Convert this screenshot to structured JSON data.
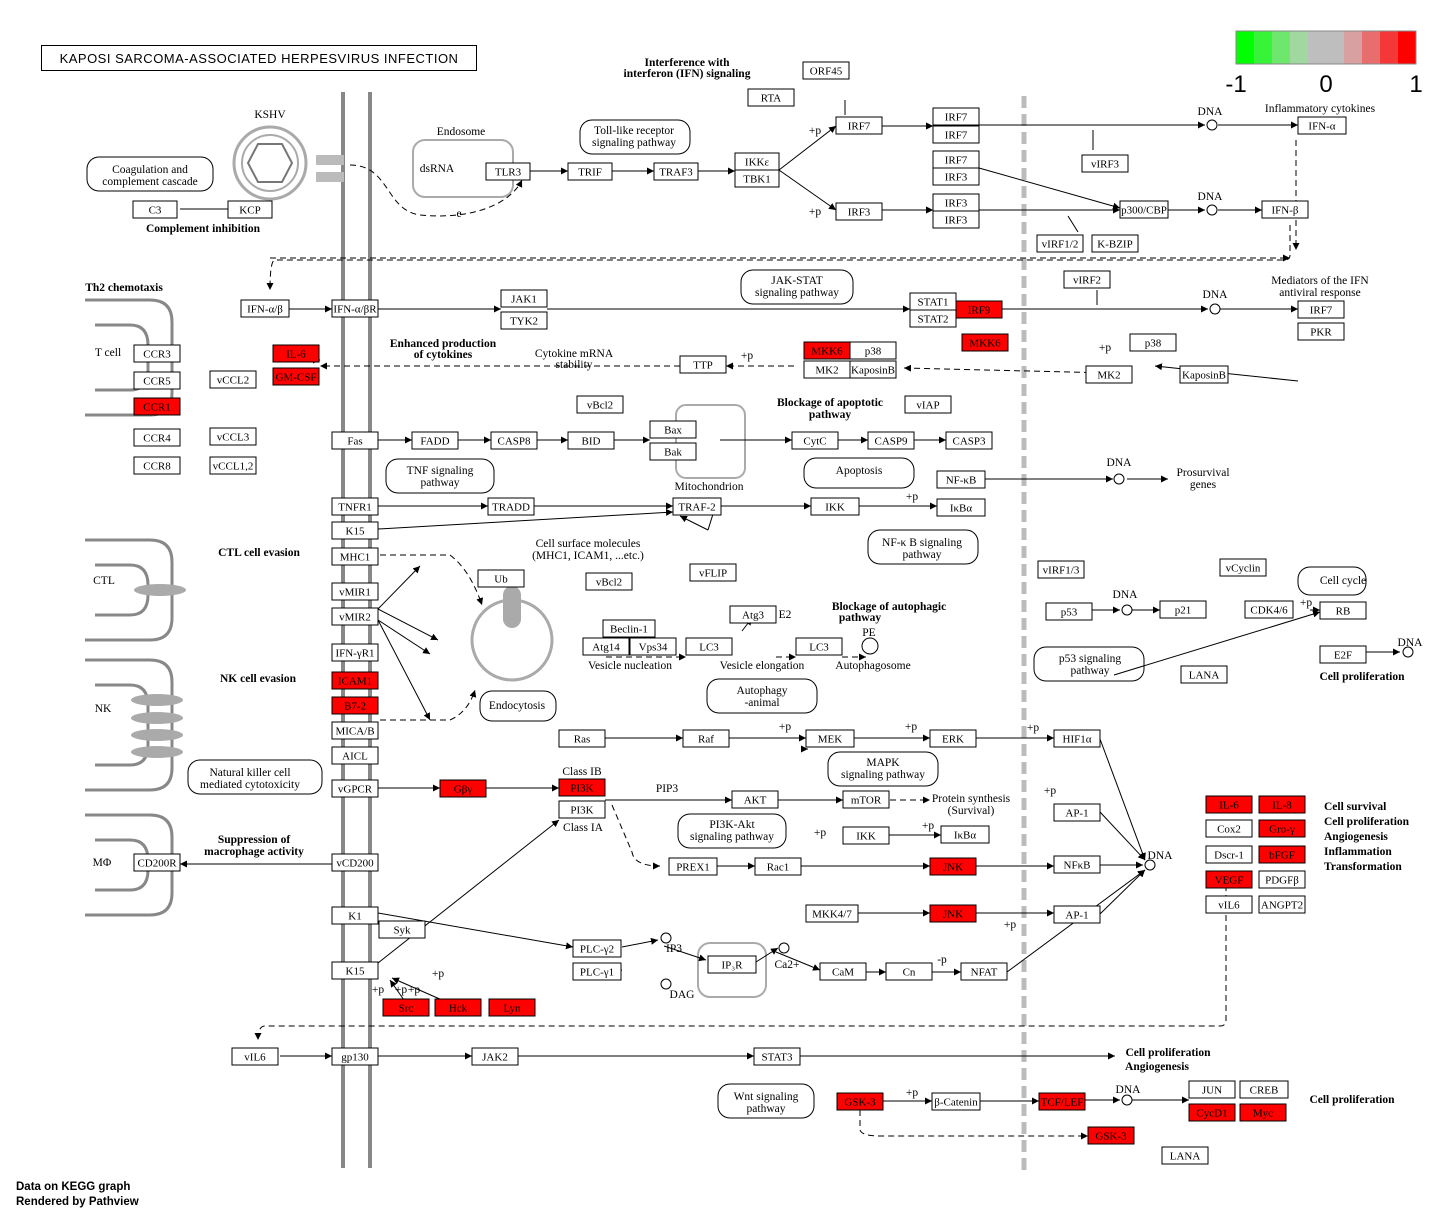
{
  "title": "KAPOSI SARCOMA-ASSOCIATED HERPESVIRUS INFECTION",
  "footer": [
    "Data on KEGG graph",
    "Rendered by Pathview"
  ],
  "colors": {
    "up": "#ff0000",
    "neutral": "#bebebe",
    "down": "#00ff00"
  },
  "legend": {
    "ticks": [
      "-1",
      "0",
      "1"
    ],
    "swatches": [
      "#00ff00",
      "#38f438",
      "#6de86d",
      "#a0d8a0",
      "#bebebe",
      "#bebebe",
      "#d8a0a0",
      "#e86d6d",
      "#f43838",
      "#ff0000"
    ]
  },
  "genes": [
    {
      "label": "C3",
      "red": false
    },
    {
      "label": "KCP",
      "red": false
    },
    {
      "label": "TLR3",
      "red": false
    },
    {
      "label": "TRIF",
      "red": false
    },
    {
      "label": "TRAF3",
      "red": false
    },
    {
      "label": "IKKε",
      "red": false
    },
    {
      "label": "TBK1",
      "red": false
    },
    {
      "label": "RTA",
      "red": false
    },
    {
      "label": "ORF45",
      "red": false
    },
    {
      "label": "IRF7",
      "red": false
    },
    {
      "label": "IRF7",
      "red": false
    },
    {
      "label": "IRF7",
      "red": false
    },
    {
      "label": "IRF7",
      "red": false
    },
    {
      "label": "IRF3",
      "red": false
    },
    {
      "label": "IRF3",
      "red": false
    },
    {
      "label": "IRF3",
      "red": false
    },
    {
      "label": "IRF3",
      "red": false
    },
    {
      "label": "vIRF3",
      "red": false
    },
    {
      "label": "p300/CBP",
      "red": false
    },
    {
      "label": "vIRF1/2",
      "red": false
    },
    {
      "label": "K-BZIP",
      "red": false
    },
    {
      "label": "IFN-α",
      "red": false
    },
    {
      "label": "IFN-β",
      "red": false
    },
    {
      "label": "IFN-α/β",
      "red": false
    },
    {
      "label": "IFN-α/βR",
      "red": false
    },
    {
      "label": "JAK1",
      "red": false
    },
    {
      "label": "TYK2",
      "red": false
    },
    {
      "label": "STAT1",
      "red": false
    },
    {
      "label": "STAT2",
      "red": false
    },
    {
      "label": "IRF9",
      "red": true
    },
    {
      "label": "vIRF2",
      "red": false
    },
    {
      "label": "IRF7",
      "red": false
    },
    {
      "label": "PKR",
      "red": false
    },
    {
      "label": "CCR3",
      "red": false
    },
    {
      "label": "CCR5",
      "red": false
    },
    {
      "label": "CCR1",
      "red": true
    },
    {
      "label": "vCCL2",
      "red": false
    },
    {
      "label": "CCR4",
      "red": false
    },
    {
      "label": "vCCL3",
      "red": false
    },
    {
      "label": "CCR8",
      "red": false
    },
    {
      "label": "vCCL1,2",
      "red": false
    },
    {
      "label": "IL-6",
      "red": true
    },
    {
      "label": "GM-CSF",
      "red": true
    },
    {
      "label": "TTP",
      "red": false
    },
    {
      "label": "MKK6",
      "red": true
    },
    {
      "label": "p38",
      "red": false
    },
    {
      "label": "MK2",
      "red": false
    },
    {
      "label": "KaposinB",
      "red": false
    },
    {
      "label": "MKK6",
      "red": true
    },
    {
      "label": "p38",
      "red": false
    },
    {
      "label": "MK2",
      "red": false
    },
    {
      "label": "KaposinB",
      "red": false
    },
    {
      "label": "vBcl2",
      "red": false
    },
    {
      "label": "Bax",
      "red": false
    },
    {
      "label": "Bak",
      "red": false
    },
    {
      "label": "vIAP",
      "red": false
    },
    {
      "label": "Fas",
      "red": false
    },
    {
      "label": "FADD",
      "red": false
    },
    {
      "label": "CASP8",
      "red": false
    },
    {
      "label": "BID",
      "red": false
    },
    {
      "label": "CytC",
      "red": false
    },
    {
      "label": "CASP9",
      "red": false
    },
    {
      "label": "CASP3",
      "red": false
    },
    {
      "label": "NF-κB",
      "red": false
    },
    {
      "label": "IκBα",
      "red": false
    },
    {
      "label": "TNFR1",
      "red": false
    },
    {
      "label": "TRADD",
      "red": false
    },
    {
      "label": "TRAF-2",
      "red": false
    },
    {
      "label": "IKK",
      "red": false
    },
    {
      "label": "K15",
      "red": false
    },
    {
      "label": "MHC1",
      "red": false
    },
    {
      "label": "vMIR1",
      "red": false
    },
    {
      "label": "vMIR2",
      "red": false
    },
    {
      "label": "Ub",
      "red": false
    },
    {
      "label": "vFLIP",
      "red": false
    },
    {
      "label": "vBcl2",
      "red": false
    },
    {
      "label": "Beclin-1",
      "red": false
    },
    {
      "label": "Atg14",
      "red": false
    },
    {
      "label": "Vps34",
      "red": false
    },
    {
      "label": "Atg3",
      "red": false
    },
    {
      "label": "LC3",
      "red": false
    },
    {
      "label": "LC3",
      "red": false
    },
    {
      "label": "vIRF1/3",
      "red": false
    },
    {
      "label": "p53",
      "red": false
    },
    {
      "label": "p21",
      "red": false
    },
    {
      "label": "vCyclin",
      "red": false
    },
    {
      "label": "CDK4/6",
      "red": false
    },
    {
      "label": "RB",
      "red": false
    },
    {
      "label": "E2F",
      "red": false
    },
    {
      "label": "LANA",
      "red": false
    },
    {
      "label": "IFN-γR1",
      "red": false
    },
    {
      "label": "ICAM1",
      "red": true
    },
    {
      "label": "B7-2",
      "red": true
    },
    {
      "label": "MICA/B",
      "red": false
    },
    {
      "label": "AICL",
      "red": false
    },
    {
      "label": "vGPCR",
      "red": false
    },
    {
      "label": "Gβγ",
      "red": true
    },
    {
      "label": "PI3K",
      "red": true
    },
    {
      "label": "PI3K",
      "red": false
    },
    {
      "label": "Ras",
      "red": false
    },
    {
      "label": "Raf",
      "red": false
    },
    {
      "label": "MEK",
      "red": false
    },
    {
      "label": "ERK",
      "red": false
    },
    {
      "label": "HIF1α",
      "red": false
    },
    {
      "label": "AKT",
      "red": false
    },
    {
      "label": "mTOR",
      "red": false
    },
    {
      "label": "IKK",
      "red": false
    },
    {
      "label": "IκBα",
      "red": false
    },
    {
      "label": "AP-1",
      "red": false
    },
    {
      "label": "PREX1",
      "red": false
    },
    {
      "label": "Rac1",
      "red": false
    },
    {
      "label": "JNK",
      "red": true
    },
    {
      "label": "NFκB",
      "red": false
    },
    {
      "label": "CD200R",
      "red": false
    },
    {
      "label": "vCD200",
      "red": false
    },
    {
      "label": "K1",
      "red": false
    },
    {
      "label": "Syk",
      "red": false
    },
    {
      "label": "MKK4/7",
      "red": false
    },
    {
      "label": "JNK",
      "red": true
    },
    {
      "label": "AP-1",
      "red": false
    },
    {
      "label": "PLC-γ2",
      "red": false
    },
    {
      "label": "K15",
      "red": false
    },
    {
      "label": "PLC-γ1",
      "red": false
    },
    {
      "label": "IP₃R",
      "red": false
    },
    {
      "label": "CaM",
      "red": false
    },
    {
      "label": "Cn",
      "red": false
    },
    {
      "label": "NFAT",
      "red": false
    },
    {
      "label": "Src",
      "red": true
    },
    {
      "label": "Hck",
      "red": true
    },
    {
      "label": "Lyn",
      "red": true
    },
    {
      "label": "IL-6",
      "red": true
    },
    {
      "label": "IL-8",
      "red": true
    },
    {
      "label": "Cox2",
      "red": false
    },
    {
      "label": "Gro-γ",
      "red": true
    },
    {
      "label": "Dscr-1",
      "red": false
    },
    {
      "label": "bFGF",
      "red": true
    },
    {
      "label": "VEGF",
      "red": true
    },
    {
      "label": "PDGFβ",
      "red": false
    },
    {
      "label": "vIL6",
      "red": false
    },
    {
      "label": "ANGPT2",
      "red": false
    },
    {
      "label": "vIL6",
      "red": false
    },
    {
      "label": "gp130",
      "red": false
    },
    {
      "label": "JAK2",
      "red": false
    },
    {
      "label": "STAT3",
      "red": false
    },
    {
      "label": "GSK-3",
      "red": true
    },
    {
      "label": "β-Catenin",
      "red": false
    },
    {
      "label": "TCF/LEF",
      "red": true
    },
    {
      "label": "JUN",
      "red": false
    },
    {
      "label": "CREB",
      "red": false
    },
    {
      "label": "CycD1",
      "red": true
    },
    {
      "label": "Myc",
      "red": true
    },
    {
      "label": "GSK-3",
      "red": true
    },
    {
      "label": "LANA",
      "red": false
    }
  ],
  "labels": [
    "KSHV",
    "Endosome",
    "dsRNA",
    "e",
    "Interference with",
    "interferon (IFN) signaling",
    "Toll-like receptor",
    "signaling pathway",
    "Coagulation and",
    "complement cascade",
    "Complement inhibition",
    "DNA",
    "Inflammatory cytokines",
    "DNA",
    "Mediators of the IFN",
    "antiviral response",
    "DNA",
    "JAK-STAT",
    "signaling pathway",
    "Th2 chemotaxis",
    "T cell",
    "Enhanced production",
    "of cytokines",
    "Cytokine mRNA",
    "stability",
    "Blockage of apoptotic",
    "pathway",
    "TNF signaling",
    "pathway",
    "Mitochondrion",
    "Apoptosis",
    "DNA",
    "Prosurvival",
    "genes",
    "NF-κ B signaling",
    "pathway",
    "CTL cell evasion",
    "CTL",
    "Cell surface molecules",
    "(MHC1, ICAM1, ...etc.)",
    "E2",
    "Blockage of autophagic",
    "pathway",
    "PE",
    "Vesicle nucleation",
    "Vesicle elongation",
    "Autophagosome",
    "Autophagy",
    "-animal",
    "Endocytosis",
    "NK cell evasion",
    "NK",
    "Natural killer cell",
    "mediated cytotoxicity",
    "Cell cycle",
    "DNA",
    "DNA",
    "p53 signaling",
    "pathway",
    "Cell proliferation",
    "Class IB",
    "Class IA",
    "PIP3",
    "PI3K-Akt",
    "signaling pathway",
    "MAPK",
    "signaling pathway",
    "Protein synthesis",
    "(Survival)",
    "DNA",
    "Cell survival",
    "Cell proliferation",
    "Angiogenesis",
    "Inflammation",
    "Transformation",
    "Suppression of",
    "macrophage activity",
    "MΦ",
    "IP3",
    "DAG",
    "Ca2+",
    "Cell proliferation",
    "Angiogenesis",
    "Wnt signaling",
    "pathway",
    "DNA",
    "Cell proliferation",
    "+p",
    "+p",
    "+p",
    "+p",
    "+p",
    "+p",
    "+p",
    "+p",
    "+p",
    "+p",
    "+p",
    "+p",
    "+p",
    "+p",
    "+p",
    "+p",
    "+p",
    "+p",
    "-p"
  ]
}
